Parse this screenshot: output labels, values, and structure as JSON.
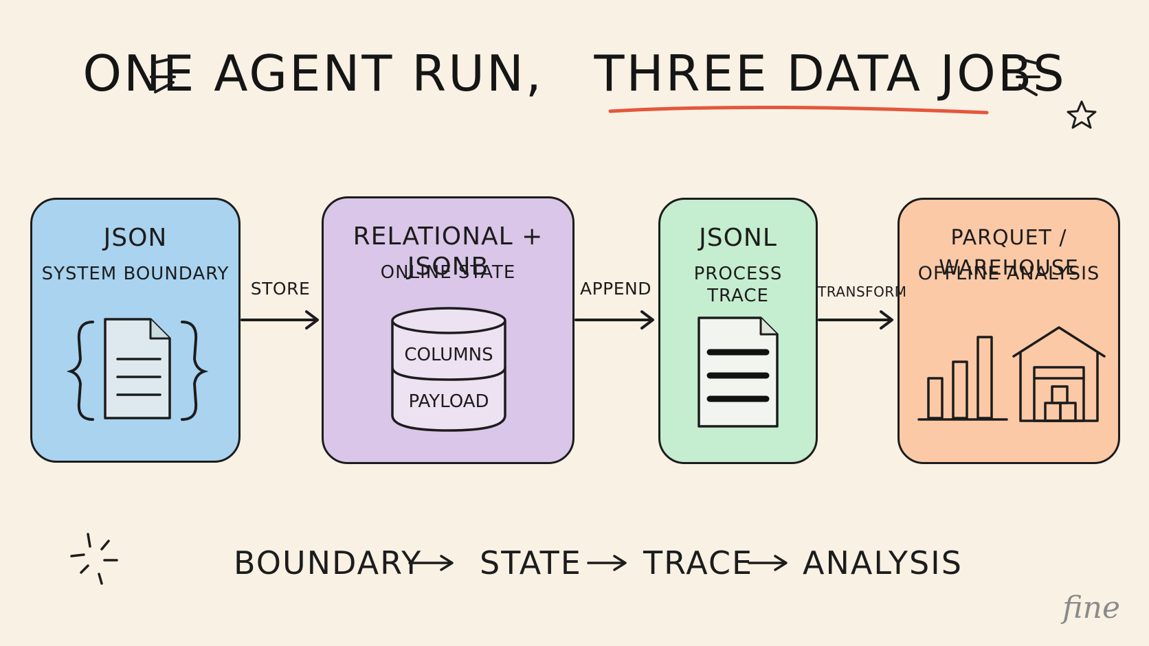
{
  "title": {
    "part1": "ONE AGENT RUN,",
    "part2": "THREE DATA JOBS",
    "underline_color": "#e4573c"
  },
  "stages": [
    {
      "format": "JSON",
      "role": "SYSTEM BOUNDARY",
      "color": "#a9d3ef",
      "icon": "json-document-icon"
    },
    {
      "format": "RELATIONAL + JSONB",
      "role": "ONLINE STATE",
      "color": "#d9c6e8",
      "icon": "database-cylinder-icon",
      "db_layers": [
        "COLUMNS",
        "PAYLOAD"
      ]
    },
    {
      "format": "JSONL",
      "role": "PROCESS TRACE",
      "color": "#c5edcf",
      "icon": "lined-document-icon"
    },
    {
      "format": "PARQUET / WAREHOUSE",
      "role": "OFFLINE ANALYSIS",
      "color": "#fbc9a6",
      "icon": "bar-chart-warehouse-icon"
    }
  ],
  "connectors": [
    "STORE",
    "APPEND",
    "TRANSFORM"
  ],
  "flow": [
    "BOUNDARY",
    "STATE",
    "TRACE",
    "ANALYSIS"
  ],
  "brand": "fine"
}
